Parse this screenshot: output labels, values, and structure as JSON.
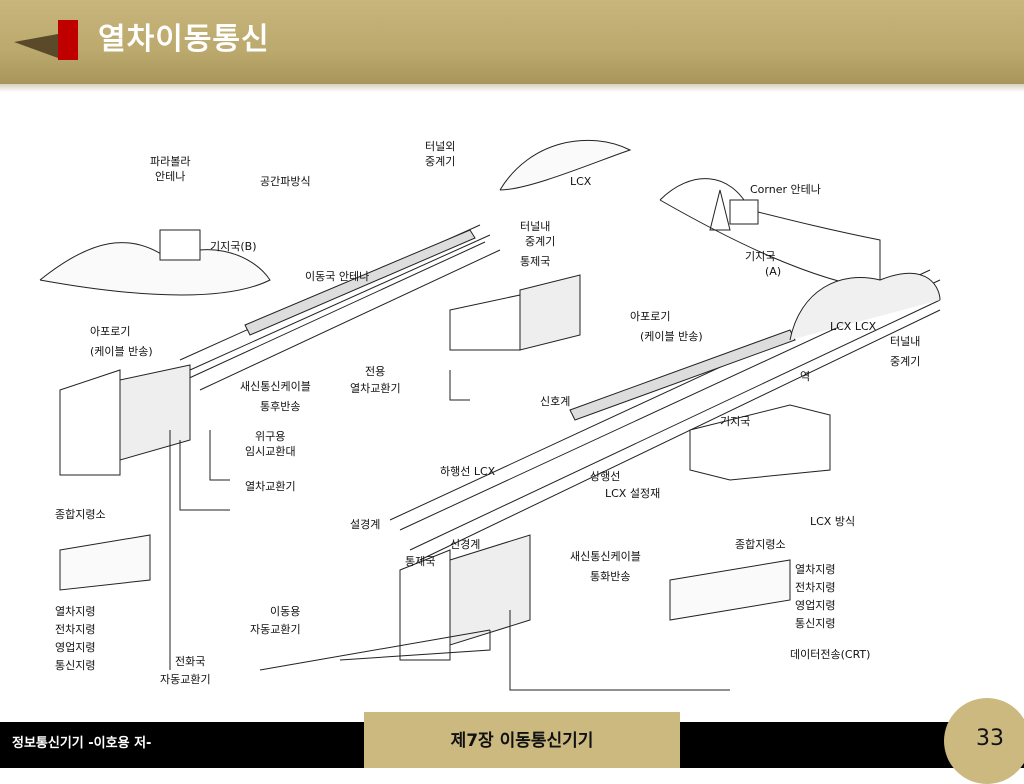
{
  "header": {
    "title": "열차이동통신"
  },
  "diagram_labels": {
    "parabola_antenna": [
      "파라볼라",
      "안테나"
    ],
    "space_wave": "공간파방식",
    "base_station_b": "기지국(B)",
    "mobile_antenna": "이동국 안테나",
    "tunnel_relay_top": [
      "터널외",
      "중계기"
    ],
    "lcx_top": "LCX",
    "tunnel_relay_mid": [
      "터널내",
      "중계기"
    ],
    "control_station_top": "통제국",
    "corner_antenna": "Corner 안테나",
    "base_station_a": [
      "기지국",
      "(A)"
    ],
    "repeater_left": [
      "아포로기",
      "(케이블 반송)"
    ],
    "repeater_right": [
      "아포로기",
      "(케이블 반송)"
    ],
    "dedicated_exchange": [
      "전용",
      "열차교환기"
    ],
    "new_cable_left": [
      "새신통신케이블",
      "통후반송"
    ],
    "tunnel_relay_right": [
      "터널내",
      "중계기"
    ],
    "lcx_right": "LCX LCX",
    "station": "역",
    "signal_device": "신호계",
    "base_station_right": "기지국",
    "relay_exchange": [
      "위구용",
      "임시교환대"
    ],
    "train_exchange": "열차교환기",
    "down_lcx": "하행선 LCX",
    "up_lcx": [
      "상행선",
      "LCX 설정재"
    ],
    "boundary": "설경계",
    "central_control": "종합지령소",
    "lcx_method": "LCX 방식",
    "center_control": "신경계",
    "control_station_bottom": "통제국",
    "new_cable_bottom": [
      "새신통신케이블",
      "통화반송"
    ],
    "total_command": "종합지령소",
    "left_list": [
      "열차지령",
      "전차지령",
      "영업지령",
      "통신지령"
    ],
    "right_list": [
      "열차지령",
      "전차지령",
      "영업지령",
      "통신지령"
    ],
    "auto_exchange": [
      "이동용",
      "자동교환기"
    ],
    "phone_exchange": [
      "전화국",
      "자동교환기"
    ],
    "data_transfer": "데이터전송(CRT)"
  },
  "footer": {
    "author": "정보통신기기 -이호용 저-",
    "chapter": "제7장 이동통신기기",
    "page": "33"
  },
  "colors": {
    "header": "#bba96d",
    "accent": "#c00000",
    "footer": "#000000"
  }
}
